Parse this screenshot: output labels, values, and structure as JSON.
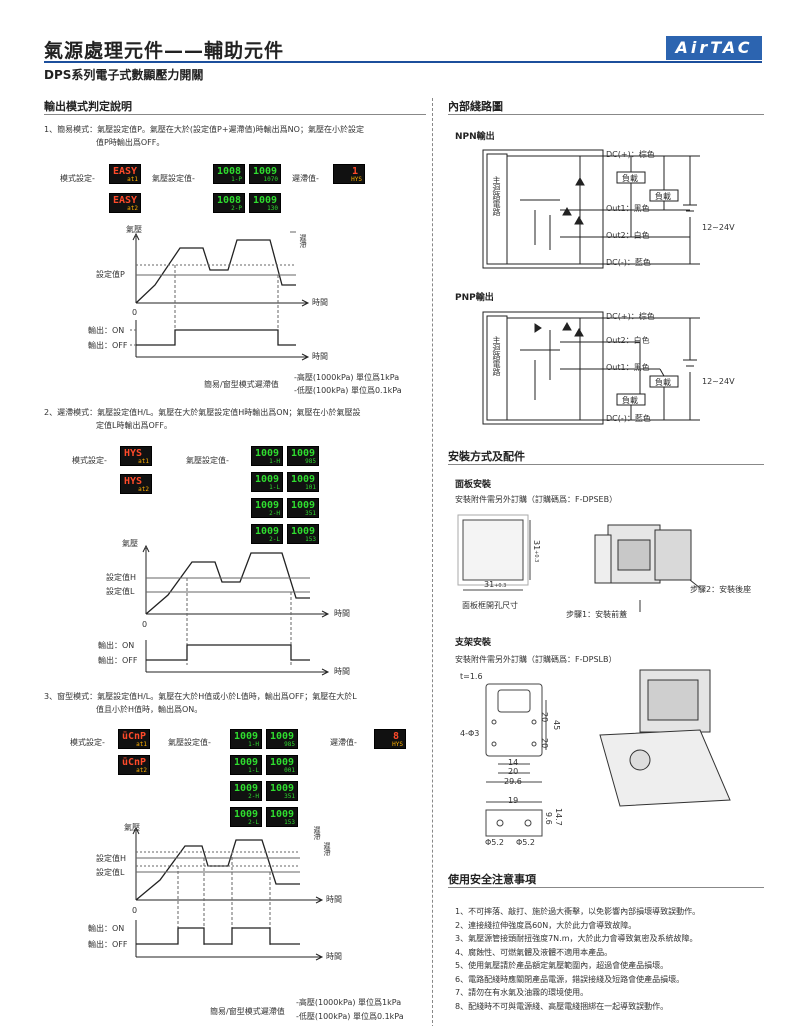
{
  "header": {
    "title": "氣源處理元件——輔助元件",
    "subtitle": "DPS系列電子式數顯壓力開關",
    "logo": "AirTAC"
  },
  "left": {
    "section_title": "輸出模式判定說明",
    "mode1": {
      "text1": "1、簡易模式：氣壓設定值P。氣壓在大於(設定值P+遲滯值)時輸出爲NO；氣壓在小於設定",
      "text2": "值P時輸出爲OFF。",
      "label_mode": "模式設定-",
      "label_pressure": "氣壓設定值-",
      "label_hyst": "遲滯值-",
      "lcd_mode": [
        {
          "big": "EASY",
          "small": "at1"
        },
        {
          "big": "EASY",
          "small": "at2"
        }
      ],
      "lcd_pressure": [
        {
          "big": "1008",
          "small": "1-P"
        },
        {
          "big": "1009",
          "small": "1070"
        },
        {
          "big": "1008",
          "small": "2-P"
        },
        {
          "big": "1009",
          "small": "130"
        }
      ],
      "lcd_hyst": {
        "big": "1",
        "small": "HYS"
      },
      "axis_pressure": "氣壓",
      "set_p": "設定值P",
      "time": "時間",
      "zero": "0",
      "out_on": "輸出：ON",
      "out_off": "輸出：OFF",
      "hyst_mark": "遲滯",
      "note_title": "簡易/窗型模式遲滯值",
      "note_high": "-高壓(1000kPa) 單位爲1kPa",
      "note_low": "-低壓(100kPa) 單位爲0.1kPa"
    },
    "mode2": {
      "text1": "2、遲滯模式：氣壓設定值H/L。氣壓在大於氣壓設定值H時輸出爲ON；氣壓在小於氣壓設",
      "text2": "定值L時輸出爲OFF。",
      "label_mode": "模式設定-",
      "label_pressure": "氣壓設定值-",
      "lcd_mode": [
        {
          "big": "HYS",
          "small": "at1"
        },
        {
          "big": "HYS",
          "small": "at2"
        }
      ],
      "lcd_pressure": [
        {
          "big": "1009",
          "small": "1-H"
        },
        {
          "big": "1009",
          "small": "985"
        },
        {
          "big": "1009",
          "small": "1-L"
        },
        {
          "big": "1009",
          "small": "101"
        },
        {
          "big": "1009",
          "small": "2-H"
        },
        {
          "big": "1009",
          "small": "351"
        },
        {
          "big": "1009",
          "small": "2-L"
        },
        {
          "big": "1009",
          "small": "153"
        }
      ],
      "axis_pressure": "氣壓",
      "set_h": "設定值H",
      "set_l": "設定值L",
      "time": "時間",
      "zero": "0",
      "out_on": "輸出：ON",
      "out_off": "輸出：OFF"
    },
    "mode3": {
      "text1": "3、窗型模式：氣壓設定值H/L。氣壓在大於H值或小於L值時，輸出爲OFF；氣壓在大於L",
      "text2": "值且小於H值時，輸出爲ON。",
      "label_mode": "模式設定-",
      "label_pressure": "氣壓設定值-",
      "label_hyst": "遲滯值-",
      "lcd_mode": [
        {
          "big": "ūCnP",
          "small": "at1"
        },
        {
          "big": "ūCnP",
          "small": "at2"
        }
      ],
      "lcd_pressure": [
        {
          "big": "1009",
          "small": "1-H"
        },
        {
          "big": "1009",
          "small": "985"
        },
        {
          "big": "1009",
          "small": "1-L"
        },
        {
          "big": "1009",
          "small": "001"
        },
        {
          "big": "1009",
          "small": "2-H"
        },
        {
          "big": "1009",
          "small": "351"
        },
        {
          "big": "1009",
          "small": "2-L"
        },
        {
          "big": "1009",
          "small": "153"
        }
      ],
      "lcd_hyst": {
        "big": "8",
        "small": "HYS"
      },
      "axis_pressure": "氣壓",
      "set_h": "設定值H",
      "set_l": "設定值L",
      "time": "時間",
      "zero": "0",
      "out_on": "輸出：ON",
      "out_off": "輸出：OFF",
      "hyst_mark1": "遲滯",
      "hyst_mark2": "遲滯",
      "note_title": "簡易/窗型模式遲滯值",
      "note_high": "-高壓(1000kPa) 單位爲1kPa",
      "note_low": "-低壓(100kPa) 單位爲0.1kPa"
    }
  },
  "right": {
    "circuit_title": "內部綫路圖",
    "npn": {
      "title": "NPN輸出",
      "main": "主迴路電路",
      "dc_plus": "DC(+)：棕色",
      "out1": "Out1：黑色",
      "out2": "Out2：白色",
      "dc_minus": "DC(-)：藍色",
      "load1": "負載",
      "load2": "負載",
      "voltage": "12~24V"
    },
    "pnp": {
      "title": "PNP輸出",
      "main": "主迴路電路",
      "dc_plus": "DC(+)：棕色",
      "out2": "Out2：白色",
      "out1": "Out1：黑色",
      "dc_minus": "DC(-)：藍色",
      "load1": "負載",
      "load2": "負載",
      "voltage": "12~24V"
    },
    "install_title": "安裝方式及配件",
    "panel": {
      "title": "面板安裝",
      "desc": "安裝附件需另外訂購（訂購碼爲：F-DPSEB）",
      "dim_w": "31",
      "dim_w_tol": "+0.3",
      "dim_h": "31",
      "dim_h_tol": "+0.3",
      "cutout": "面板框開孔尺寸",
      "step1": "步驟1：安裝前蓋",
      "step2": "步驟2：安裝後座"
    },
    "bracket": {
      "title": "支架安裝",
      "desc": "安裝附件需另外訂購（訂購碼爲：F-DPSLB）",
      "t": "t=1.6",
      "holes": "4-Φ3",
      "d20a": "20",
      "d20b": "20",
      "d45": "45",
      "d14": "14",
      "d20c": "20",
      "d29": "29.6",
      "d19": "19",
      "d9": "9.6",
      "d14b": "14.7",
      "phi1": "Φ5.2",
      "phi2": "Φ5.2"
    },
    "safety_title": "使用安全注意事項",
    "safety": [
      "1、不可摔落、敲打、施於過大衝擊，以免影響內部損壞導致誤動作。",
      "2、連接綫拉伸強度爲60N，大於此力會導致故障。",
      "3、氣壓源管接頭耐扭強度7N.m，大於此力會導致氣密及系統故障。",
      "4、腐蝕性、可燃氣體及液體不適用本產品。",
      "5、使用氣壓請於產品額定氣壓範圍內，超過會使產品損壞。",
      "6、電路配綫時應關閉產品電源，錯誤接綫及短路會使產品損壞。",
      "7、請勿在有水氣及油霧的環境使用。",
      "8、配綫時不可與電源綫、高壓電綫捆綁在一起導致誤動作。"
    ]
  }
}
